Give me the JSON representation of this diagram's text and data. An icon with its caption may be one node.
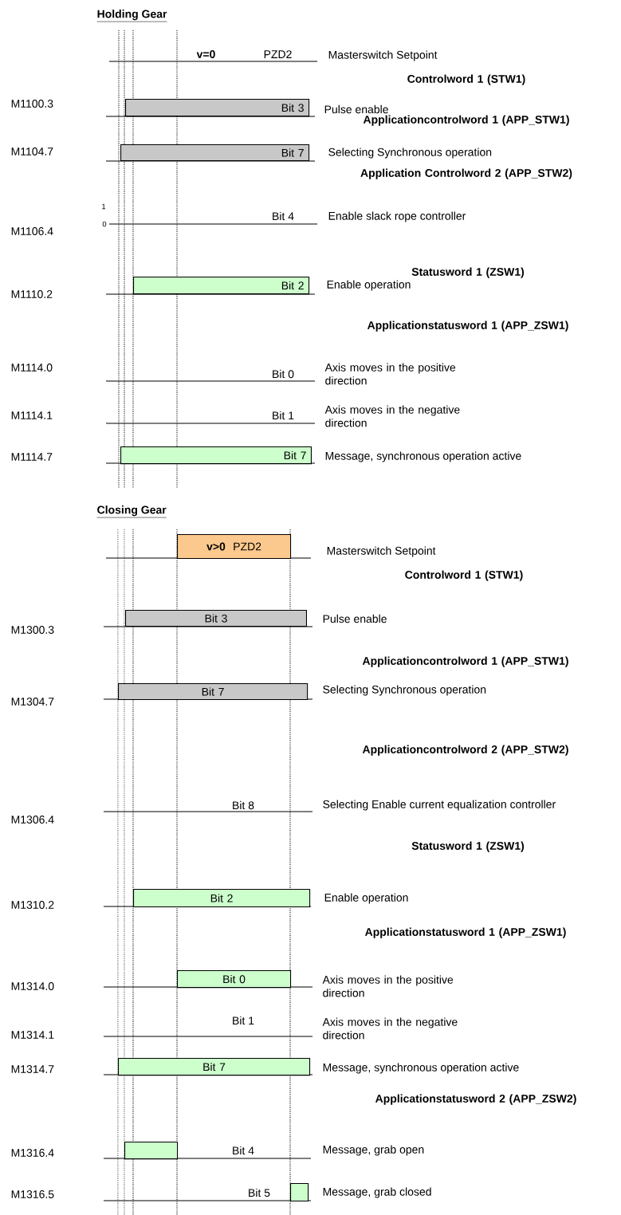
{
  "diagram": {
    "nodes": [
      {
        "text": [
          "Bit 3"
        ]
      },
      {
        "text": [
          "Bit 7"
        ]
      },
      {
        "text": [
          "Bit 2"
        ]
      },
      {
        "text": [
          "Bit 7"
        ]
      },
      {
        "text": [
          "v>0",
          "PZD2"
        ]
      },
      {
        "text": [
          "Bit 3"
        ]
      },
      {
        "text": [
          "Bit 7"
        ]
      },
      {
        "text": [
          "Bit 2"
        ]
      },
      {
        "text": [
          "Bit 0"
        ]
      },
      {
        "text": [
          "Bit 7"
        ]
      },
      {
        "text": [],
        "shape": "box"
      },
      {
        "text": [],
        "shape": "box"
      }
    ],
    "labels": [
      "Holding Gear",
      "v=0",
      "PZD2",
      "Masterswitch Setpoint",
      "Controlword 1 (STW1)",
      "M1100.3",
      "Pulse enable",
      "Applicationcontrolword 1 (APP_STW1)",
      "M1104.7",
      "Selecting Synchronous operation",
      "Application Controlword 2 (APP_STW2)",
      "1",
      "Bit 4",
      "Enable slack rope controller",
      "0",
      "M1106.4",
      "Statusword 1 (ZSW1)",
      "Enable operation",
      "M1110.2",
      "Applicationstatusword 1 (APP_ZSW1)",
      "M1114.0",
      "Bit 0",
      "Axis moves in the positive direction",
      "M1114.1",
      "Bit 1",
      "Axis moves in the negative direction",
      "M1114.7",
      "Message, synchronous operation active",
      "Closing Gear",
      "Masterswitch Setpoint",
      "Controlword 1 (STW1)",
      "Pulse enable",
      "M1300.3",
      "Applicationcontrolword 1 (APP_STW1)",
      "Selecting Synchronous operation",
      "M1304.7",
      "Applicationcontrolword 2 (APP_STW2)",
      "Bit 8",
      "Selecting Enable current equalization controller",
      "M1306.4",
      "Statusword 1 (ZSW1)",
      "Enable operation",
      "M1310.2",
      "Applicationstatusword 1 (APP_ZSW1)",
      "M1314.0",
      "Axis moves in the positive direction",
      "Bit 1",
      "Axis moves in the negative direction",
      "M1314.1",
      "M1314.7",
      "Message, synchronous operation active",
      "Applicationstatusword 2 (APP_ZSW2)",
      "M1316.4",
      "Bit 4",
      "Message, grab open",
      "M1316.5",
      "Bit 5",
      "Message, grab closed"
    ]
  }
}
